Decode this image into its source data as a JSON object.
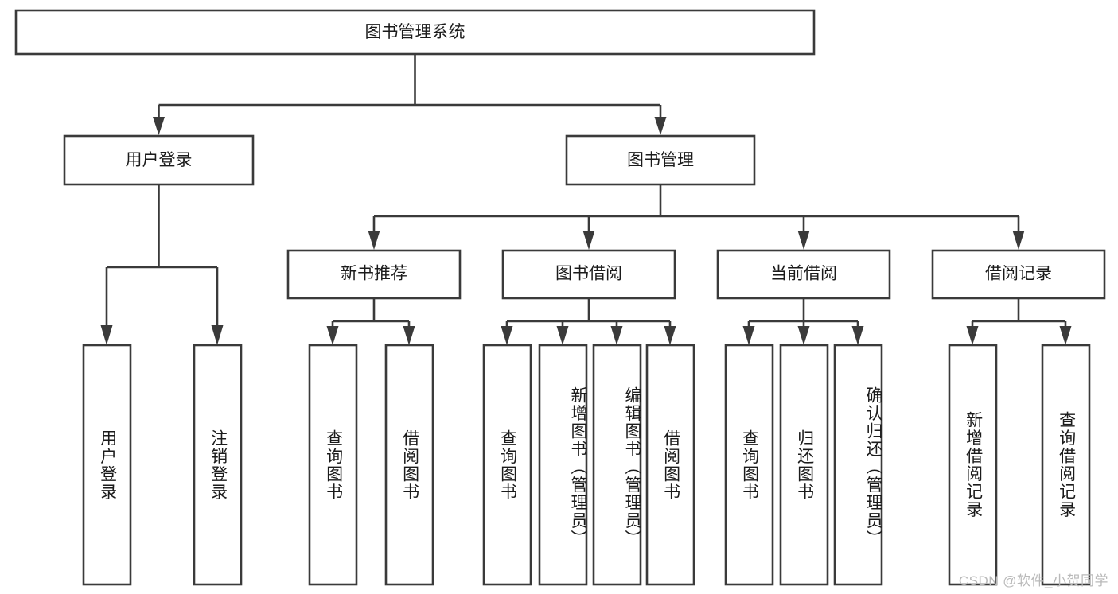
{
  "diagram": {
    "title": "图书管理系统",
    "type": "hierarchy-tree",
    "root": {
      "label": "图书管理系统"
    },
    "level2": [
      {
        "label": "用户登录"
      },
      {
        "label": "图书管理"
      }
    ],
    "level3": [
      {
        "label": "新书推荐"
      },
      {
        "label": "图书借阅"
      },
      {
        "label": "当前借阅"
      },
      {
        "label": "借阅记录"
      }
    ],
    "leaves": {
      "user_login": [
        {
          "label": "用户登录"
        },
        {
          "label": "注销登录"
        }
      ],
      "new_book_recommend": [
        {
          "label": "查询图书"
        },
        {
          "label": "借阅图书"
        }
      ],
      "book_borrow": [
        {
          "label": "查询图书"
        },
        {
          "label": "新增图书（管理员）"
        },
        {
          "label": "编辑图书（管理员）"
        },
        {
          "label": "借阅图书"
        }
      ],
      "current_borrow": [
        {
          "label": "查询图书"
        },
        {
          "label": "归还图书"
        },
        {
          "label": "确认归还（管理员）"
        }
      ],
      "borrow_records": [
        {
          "label": "新增借阅记录"
        },
        {
          "label": "查询借阅记录"
        }
      ]
    }
  },
  "watermark": {
    "text": "CSDN @软件_小贺同学"
  },
  "colors": {
    "stroke": "#3a3a3a",
    "box_fill": "#ffffff",
    "text": "#1b1b1b",
    "background": "#ffffff",
    "watermark": "#b9b9b9"
  }
}
